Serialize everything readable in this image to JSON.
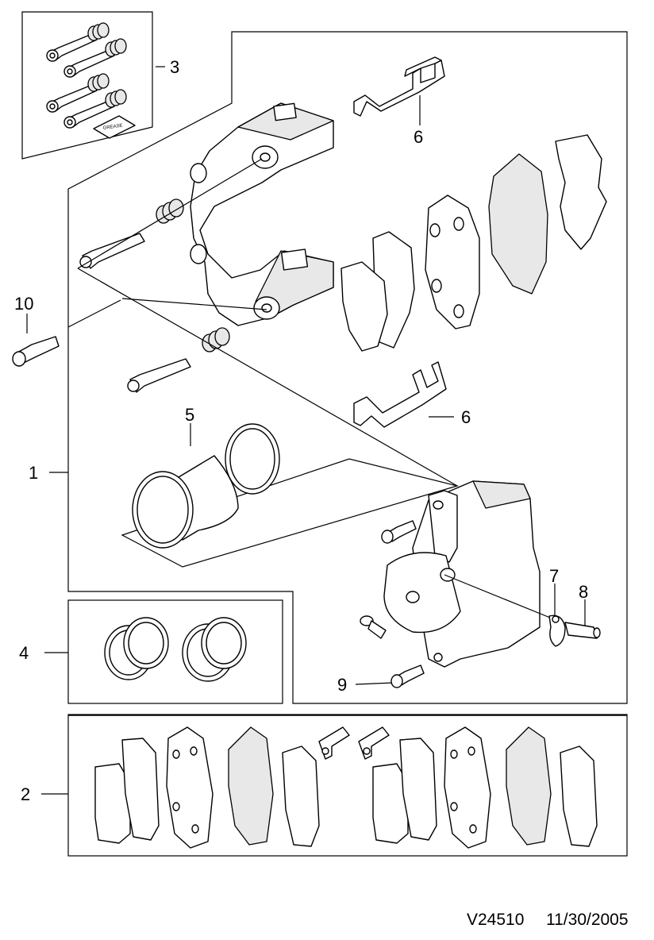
{
  "callouts": {
    "c1": "1",
    "c2": "2",
    "c3": "3",
    "c4": "4",
    "c5": "5",
    "c6a": "6",
    "c6b": "6",
    "c7": "7",
    "c8": "8",
    "c9": "9",
    "c10": "10"
  },
  "grease_label": "GREASE",
  "footer": {
    "ref": "V24510",
    "date": "11/30/2005"
  }
}
